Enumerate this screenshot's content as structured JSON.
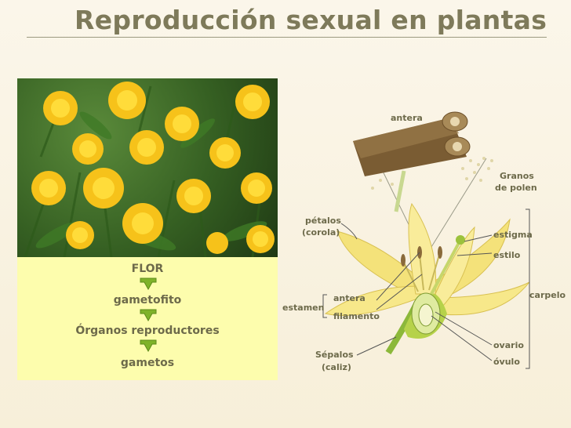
{
  "slide": {
    "title": "Reproducción sexual en plantas"
  },
  "chain": {
    "items": [
      "FLOR",
      "gametofito",
      "Órganos reproductores",
      "gametos"
    ],
    "arrow_color": "#7fb32a"
  },
  "labels": {
    "antera_top": "antera",
    "granos_line1": "Granos",
    "granos_line2": "de polen",
    "petalos_line1": "pétalos",
    "petalos_line2": "(corola)",
    "estigma": "estigma",
    "estilo": "estilo",
    "carpelo": "carpelo",
    "estamen": "estamen",
    "antera": "antera",
    "filamento": "filamento",
    "sepalos_line1": "Sépalos",
    "sepalos_line2": "(caliz)",
    "ovario": "ovario",
    "ovulo": "óvulo"
  },
  "colors": {
    "title": "#7e7a5a",
    "label": "#6d6a4a",
    "chain_background": "#fdfdad",
    "petal": "#f4e27a",
    "stem": "#9cc23c",
    "anther": "#8a6a3a"
  }
}
